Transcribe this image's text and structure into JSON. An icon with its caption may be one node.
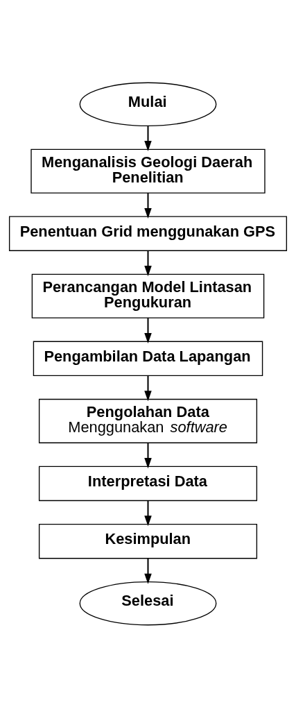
{
  "diagram": {
    "nodes": [
      {
        "text": [
          "Mulai"
        ]
      },
      {
        "text": [
          "Menganalisis Geologi Daerah Penelitian"
        ]
      },
      {
        "text": [
          "Penentuan Grid menggunakan GPS"
        ]
      },
      {
        "text": [
          "Perancangan Model Lintasan Pengukuran"
        ]
      },
      {
        "text": [
          "Pengambilan Data Lapangan"
        ]
      },
      {
        "text": [
          "Pengolahan Data",
          "Menggunakan *software*"
        ]
      },
      {
        "text": [
          "Interpretasi Data"
        ]
      },
      {
        "text": [
          "Kesimpulan"
        ]
      },
      {
        "text": [
          "Selesai"
        ]
      }
    ],
    "edges": [
      {
        "from": 0,
        "to": 1,
        "arrow": "to"
      },
      {
        "from": 1,
        "to": 2,
        "arrow": "to"
      },
      {
        "from": 2,
        "to": 3,
        "arrow": "to"
      },
      {
        "from": 3,
        "to": 4,
        "arrow": "to"
      },
      {
        "from": 4,
        "to": 5,
        "arrow": "to"
      },
      {
        "from": 5,
        "to": 6,
        "arrow": "to"
      },
      {
        "from": 6,
        "to": 7,
        "arrow": "to"
      },
      {
        "from": 7,
        "to": 8,
        "arrow": "to"
      }
    ]
  }
}
